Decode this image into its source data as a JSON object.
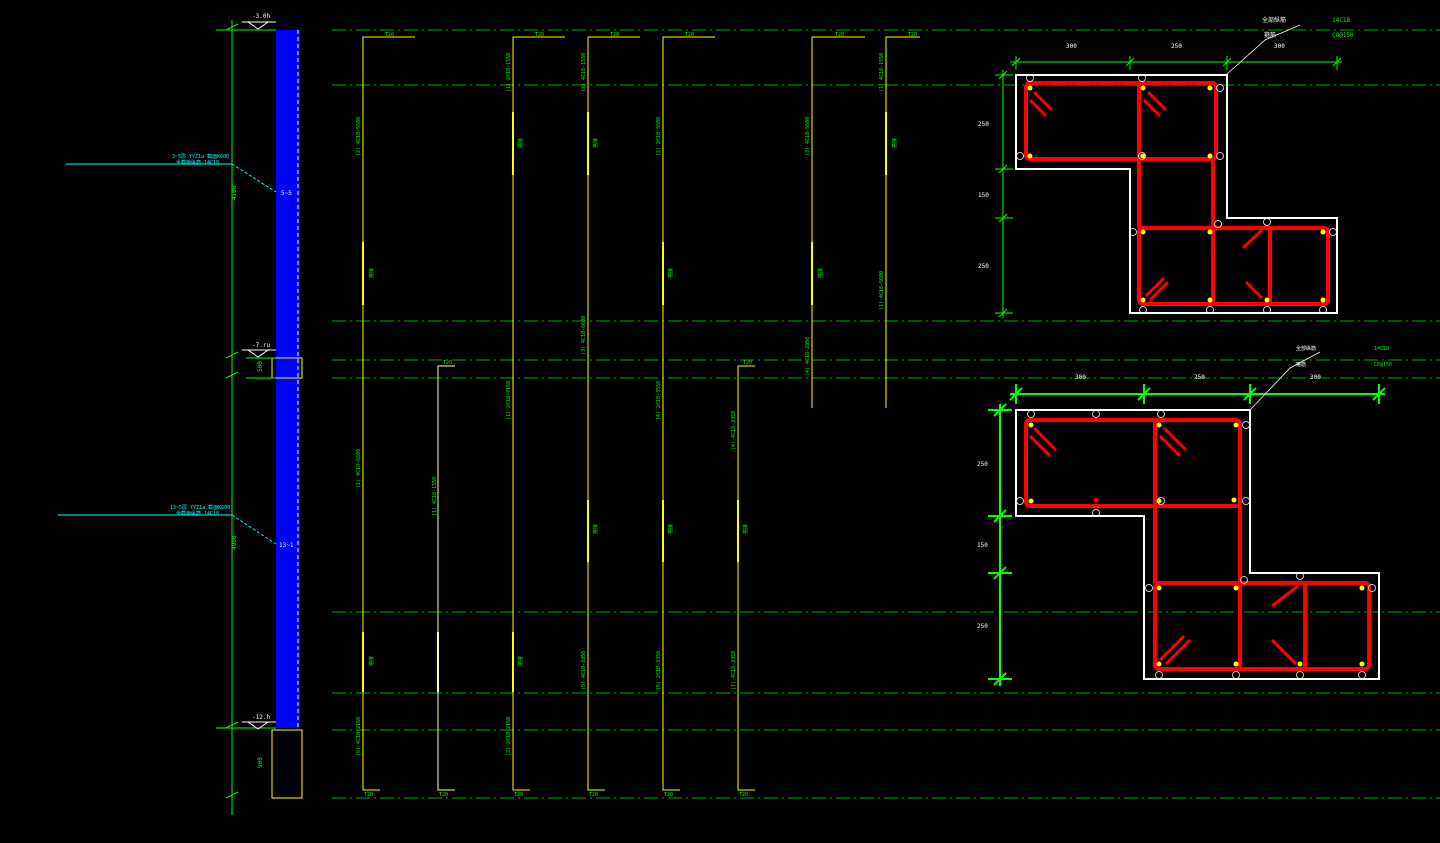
{
  "colors": {
    "background": "#000000",
    "column_fill": "#0000ff",
    "rebar_line": "#ffff00",
    "dim_line": "#00ff00",
    "grid_line": "#00aa00",
    "leader": "#00ffff",
    "section_outline": "#ffffff",
    "stirrup": "#ff0000"
  },
  "column_elevation": {
    "top_level": "-3.0h",
    "mid_level": "-7.ru",
    "bottom_level": "-12.h",
    "dim_upper": "4100",
    "dim_joint": "500",
    "dim_lower": "4900",
    "dim_base": "900",
    "tag_upper": "5~5",
    "tag_lower": "13~1",
    "callout_upper_line1": "3~5层 YYZ1a 截面K600",
    "callout_upper_line2": "全截面纵筋-14C18",
    "callout_lower_line1": "13~5层 YYZ1a 截面K600",
    "callout_lower_line2": "全截面纵筋-14C18"
  },
  "rebar_details": [
    {
      "top_label": "T20",
      "labels": [
        "(2) 4C18-5600",
        "搭接",
        "(1) 4C18-6600",
        "搭接",
        "(5) 4C18-2150"
      ],
      "bottom_label": "T20"
    },
    {
      "top_label": "T20",
      "labels": [
        "(1) 4C18-1550"
      ],
      "bottom_label": "T20"
    },
    {
      "top_label": "T20",
      "labels": [
        "(1) 2C18-1550",
        "搭接",
        "(1) 2C18-7150",
        "搭接",
        "(2) 2C18-2150"
      ],
      "bottom_label": "T20"
    },
    {
      "top_label": "T20",
      "labels": [
        "(2) 4C18-1550",
        "搭接",
        "(3) 4C18-6600",
        "搭接",
        "(5) 4C18-3350"
      ],
      "bottom_label": "T20"
    },
    {
      "top_label": "T20",
      "labels": [
        "(2) 2C18-5600",
        "搭接",
        "(4) 2C18-3550",
        "搭接",
        "(6) 2C18-3350"
      ],
      "bottom_label": "T20"
    },
    {
      "top_label": "T20",
      "labels": [
        "(4) 4C18-3350",
        "搭接",
        "(7) 4C18-3350"
      ],
      "bottom_label": "T20"
    },
    {
      "top_label": "T20",
      "labels": [
        "(3) 4C18-5600",
        "搭接",
        "(4) 4C18-2350"
      ],
      "bottom_label": ""
    },
    {
      "top_label": "T20",
      "labels": [
        "(1) 4C18-1550",
        "搭接",
        "(1) 4C18-5600"
      ],
      "bottom_label": ""
    }
  ],
  "section_upper": {
    "label_main": "全部纵筋",
    "label_stirrup": "箍筋",
    "main_bars": "14C18",
    "stirrups": "C8@150",
    "dims_top": [
      "300",
      "250",
      "300"
    ],
    "dims_left": [
      "250",
      "150",
      "250"
    ]
  },
  "section_lower": {
    "label_main": "全部纵筋",
    "label_stirrup": "箍筋",
    "main_bars": "14C18",
    "stirrups": "C8@150",
    "dims_top": [
      "300",
      "250",
      "300"
    ],
    "dims_left": [
      "250",
      "150",
      "250"
    ]
  }
}
